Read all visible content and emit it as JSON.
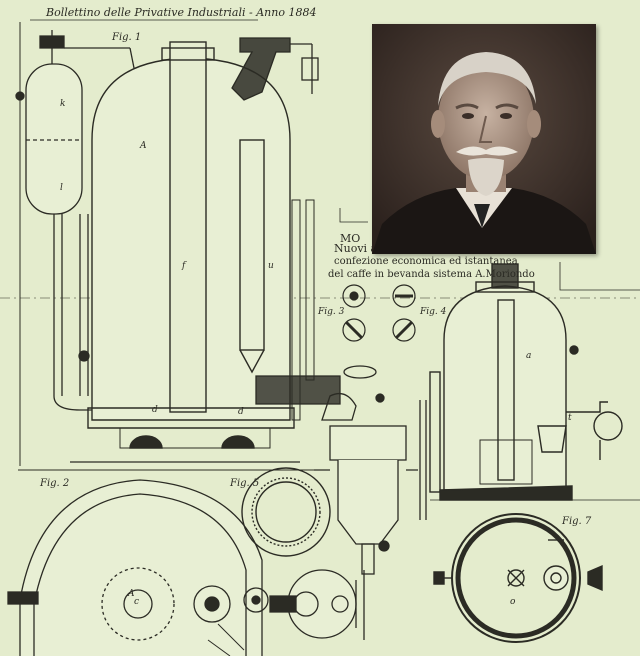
{
  "header": {
    "title": "Bollettino delle Privative Industriali - Anno 1884"
  },
  "figure_labels": {
    "fig1": "Fig. 1",
    "fig2": "Fig. 2",
    "fig3": "Fig. 3",
    "fig4": "Fig. 4",
    "fig5": "Fig. 5",
    "fig7": "Fig. 7"
  },
  "patent_text": {
    "line1": "MO",
    "line2": "Nuovi a",
    "line3": "confezione economica ed istantanea",
    "line4": "del caffe in bevanda sistema A.Moriondo"
  },
  "colors": {
    "paper": "#e4eccd",
    "ink": "#2b2b24",
    "photo_bg": "#3a2e28"
  }
}
